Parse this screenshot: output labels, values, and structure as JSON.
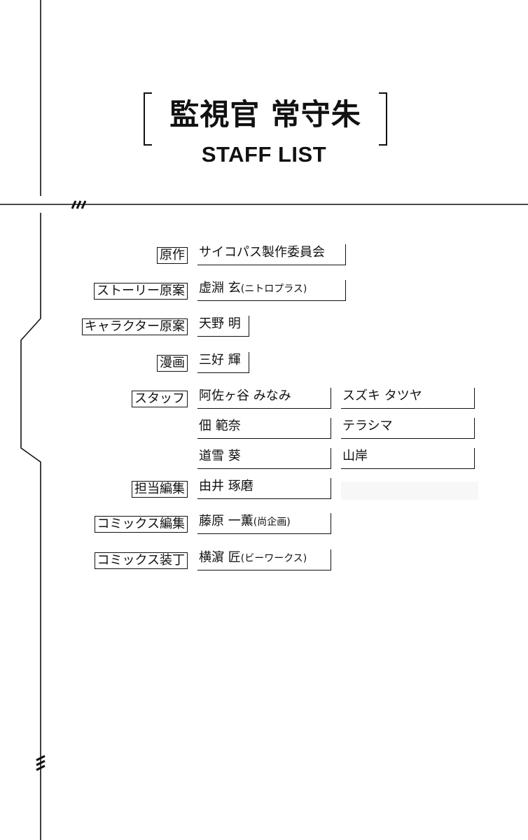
{
  "title": {
    "main": "監視官 常守朱",
    "sub": "STAFF LIST"
  },
  "staff": {
    "original": {
      "role": "原作",
      "name": "サイコパス製作委員会"
    },
    "story": {
      "role": "ストーリー原案",
      "name": "虚淵 玄",
      "affiliation": "(ニトロプラス)"
    },
    "character": {
      "role": "キャラクター原案",
      "name": "天野 明"
    },
    "manga": {
      "role": "漫画",
      "name": "三好 輝"
    },
    "staff_members": {
      "role": "スタッフ",
      "names": [
        "阿佐ヶ谷 みなみ",
        "スズキ タツヤ",
        "佃 範奈",
        "テラシマ",
        "道雪 葵",
        "山岸"
      ]
    },
    "editor": {
      "role": "担当編集",
      "name": "由井 琢磨"
    },
    "comics_editor": {
      "role": "コミックス編集",
      "name": "藤原 一薫",
      "affiliation": "(尚企画)"
    },
    "comics_design": {
      "role": "コミックス装丁",
      "name": "横濵 匠",
      "affiliation": "(ビーワークス)"
    }
  }
}
